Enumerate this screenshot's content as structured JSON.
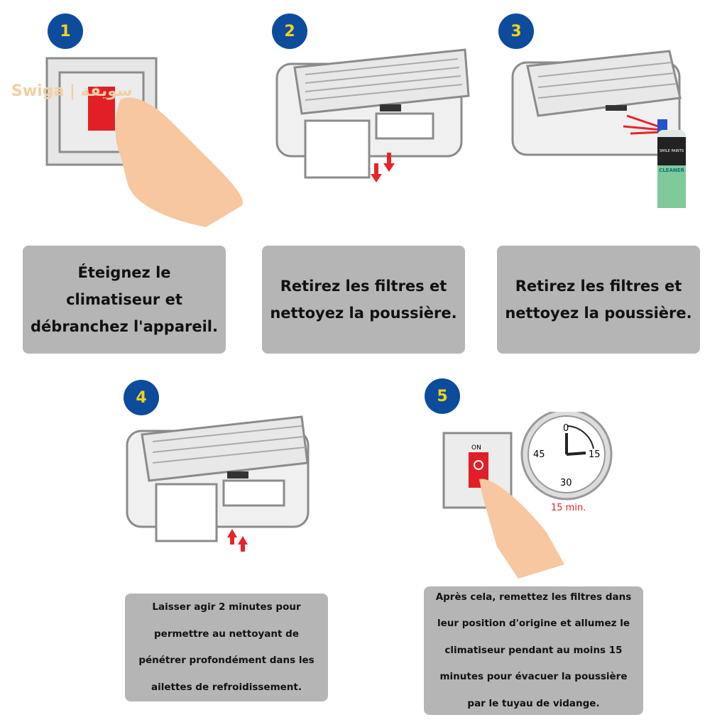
{
  "watermark": {
    "text": "Swiga | سويقة"
  },
  "steps": [
    {
      "number": "1",
      "text": "Éteignez le climatiseur et débranchez l'appareil."
    },
    {
      "number": "2",
      "text": "Retirez les filtres et nettoyez la poussière."
    },
    {
      "number": "3",
      "text": "Retirez les filtres et nettoyez la poussière."
    },
    {
      "number": "4",
      "text": "Laisser agir 2 minutes pour permettre au nettoyant de pénétrer profondément dans les ailettes de refroidissement."
    },
    {
      "number": "5",
      "text": "Après cela, remettez les filtres dans leur position d'origine et allumez le climatiseur pendant au moins 15 minutes pour évacuer la poussière par le tuyau de vidange."
    }
  ],
  "spray_can": {
    "brand": "SMILE PAINTS",
    "product": "CLEANER"
  },
  "switch_label": "ON",
  "clock": {
    "ticks": [
      "0",
      "15",
      "30",
      "45"
    ],
    "duration": "15 min."
  },
  "colors": {
    "badge": "#0d4c9c",
    "number": "#f3d21a",
    "box": "#b5b5b5",
    "arrow": "#e8232a"
  }
}
